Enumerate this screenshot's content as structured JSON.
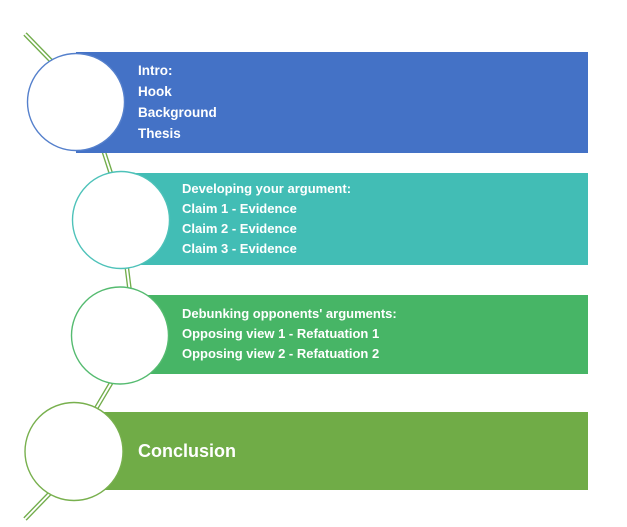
{
  "canvas": {
    "background": "#ffffff",
    "text_color": "#ffffff"
  },
  "connector": {
    "color": "#72AD4B",
    "inner_color": "#ffffff"
  },
  "steps": [
    {
      "name": "intro",
      "bar_color": "#4472C6",
      "circle_color": "#5580CC",
      "lines": [
        "Intro:",
        "Hook",
        "Background",
        "Thesis"
      ]
    },
    {
      "name": "developing-argument",
      "bar_color": "#42BDB5",
      "circle_color": "#4EC2B9",
      "lines": [
        "Developing your argument:",
        "Claim 1 - Evidence",
        "Claim 2 - Evidence",
        "Claim 3 - Evidence"
      ]
    },
    {
      "name": "debunking-arguments",
      "bar_color": "#47B566",
      "circle_color": "#55BB70",
      "lines": [
        "Debunking opponents' arguments:",
        "Opposing view 1 - Refatuation 1",
        "Opposing view 2 - Refatuation 2"
      ]
    },
    {
      "name": "conclusion",
      "bar_color": "#70AC47",
      "circle_color": "#78B04E",
      "lines": [
        "Conclusion"
      ]
    }
  ]
}
